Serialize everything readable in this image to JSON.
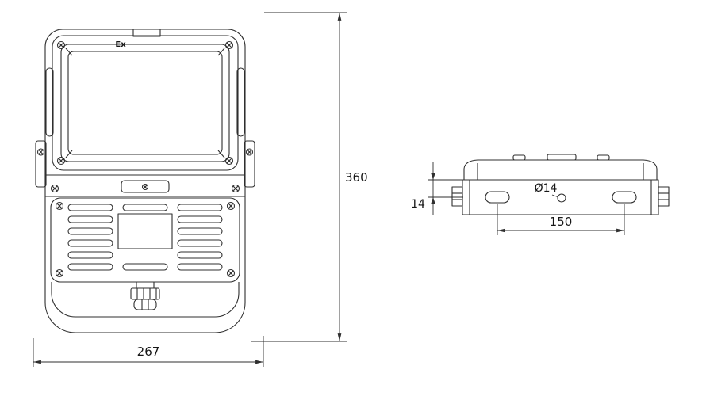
{
  "drawing": {
    "kind": "technical-dimension-drawing",
    "line_color": "#2f2f2f",
    "background": "#ffffff"
  },
  "front_view": {
    "marking_ex": "Ex",
    "dim_height": "360",
    "dim_width": "267"
  },
  "side_view": {
    "dim_hole_diameter": "Ø14",
    "dim_hole_spacing": "150",
    "dim_edge_offset": "14"
  }
}
